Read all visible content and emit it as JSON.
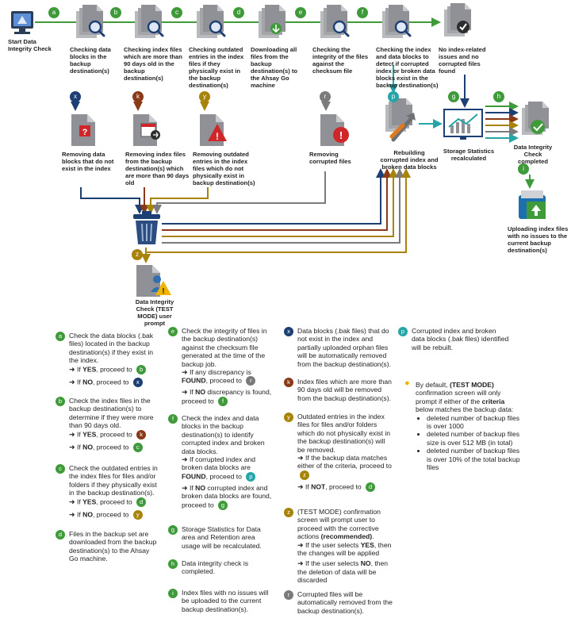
{
  "colors": {
    "a": "#3f9a3a",
    "b": "#3f9a3a",
    "c": "#3f9a3a",
    "d": "#3f9a3a",
    "e": "#3f9a3a",
    "f": "#3f9a3a",
    "g": "#3f9a3a",
    "h": "#3f9a3a",
    "i": "#3f9a3a",
    "x": "#1e3f73",
    "k": "#8a3a17",
    "y": "#a8830a",
    "r": "#7b7b7b",
    "p": "#25a5a8",
    "z": "#a8830a",
    "gray_icon": "#8f9196",
    "red": "#d0262a"
  },
  "flow": {
    "start_label": "Start Data Integrity Check",
    "top_steps": [
      {
        "badge": "a",
        "label": "Checking data blocks in the backup destination(s)"
      },
      {
        "badge": "b",
        "label": "Checking index files which are more than 90 days old in the backup destination(s)"
      },
      {
        "badge": "c",
        "label": "Checking outdated entries in the index files if they physically exist in the backup destination(s)"
      },
      {
        "badge": "d",
        "label": "Downloading all files from the backup destination(s) to the Ahsay Go machine"
      },
      {
        "badge": "e",
        "label": "Checking the integrity of the files against the checksum file"
      },
      {
        "badge": "f",
        "label": "Checking the index and data blocks to detect if corrupted index or broken data blocks exist in the backup destination(s)"
      }
    ],
    "no_issue_label": "No index-related issues and no corrupted files found",
    "remove_steps": [
      {
        "badge": "x",
        "label": "Removing data blocks that do not exist in the index"
      },
      {
        "badge": "k",
        "label": "Removing index files from the backup destination(s) which are more than 90 days old"
      },
      {
        "badge": "y",
        "label": "Removing outdated entries in the index files which do not physically exist in backup destination(s)"
      },
      {
        "badge": "r",
        "label": "Removing corrupted files"
      }
    ],
    "rebuild_badge": "p",
    "rebuild_label": "Rebuilding corrupted index and broken data blocks",
    "stats_badge": "g",
    "stats_label": "Storage Statistics recalculated",
    "complete_badge": "h",
    "complete_label": "Data Integrity Check completed",
    "upload_badge": "i",
    "upload_label": "Uploading index files with no issues to the current backup destination(s)",
    "prompt_badge": "z",
    "prompt_label": "Data Integrity Check (TEST MODE) user prompt"
  },
  "legend": {
    "a": {
      "text": "Check the data blocks (.bak files) located in the backup destination(s) if they exist in the index.",
      "yes_pre": "If ",
      "yes_bold": "YES",
      "yes_post": ", proceed to",
      "yes_to": "b",
      "no_pre": "If ",
      "no_bold": "NO",
      "no_post": ", proceed to",
      "no_to": "x"
    },
    "b": {
      "text": "Check the index files in the backup destination(s) to determine if they were more than 90 days old.",
      "yes_pre": "If ",
      "yes_bold": "YES",
      "yes_post": ", proceed to",
      "yes_to": "k",
      "no_pre": "If ",
      "no_bold": "NO",
      "no_post": ", proceed to",
      "no_to": "c"
    },
    "c": {
      "text": "Check the outdated entries in the index files for files and/or folders if they physically exist in the backup destination(s).",
      "yes_pre": "If ",
      "yes_bold": "YES",
      "yes_post": ", proceed to",
      "yes_to": "d",
      "no_pre": "If ",
      "no_bold": "NO",
      "no_post": ", proceed to",
      "no_to": "y"
    },
    "d": {
      "text": "Files in the backup set are downloaded from the backup destination(s) to the Ahsay Go machine."
    },
    "e": {
      "text": "Check the integrity of files in the backup destination(s) against the checksum file generated at the time of the backup job.",
      "yes_pre": "If any discrepancy is ",
      "yes_bold": "FOUND",
      "yes_post": ", proceed to",
      "yes_to": "r",
      "no_pre": "If ",
      "no_bold": "NO",
      "no_post": " discrepancy is found, proceed to",
      "no_to": "f"
    },
    "f": {
      "text": "Check the index and data blocks in the backup destination(s) to identify corrupted index and broken data blocks.",
      "yes_pre": "If corrupted index and broken data blocks are ",
      "yes_bold": "FOUND",
      "yes_post": ", proceed to",
      "yes_to": "p",
      "no_pre": "If ",
      "no_bold": "NO",
      "no_post": " corrupted index and broken data blocks are found, proceed to",
      "no_to": "g"
    },
    "g": {
      "text": "Storage Statistics for Data area and Retention area usage will be recalculated."
    },
    "h": {
      "text": "Data integrity check is completed."
    },
    "i": {
      "text": "Index files with no issues will be uploaded to the current backup destination(s)."
    },
    "x": {
      "text": "Data blocks (.bak files) that do not exist in the index and partially uploaded orphan files will be automatically removed from the backup destination(s)."
    },
    "k": {
      "text": "Index files which are more than 90 days old will be removed from the backup destination(s)."
    },
    "y": {
      "text": "Outdated entries in the index files for files and/or folders which do not physically exist in the backup destination(s) will be removed.",
      "yes_pre": "If the backup data matches either of the criteria, proceed to",
      "yes_bold": "",
      "yes_post": "",
      "yes_to": "z",
      "no_pre": "If ",
      "no_bold": "NOT",
      "no_post": ", proceed to",
      "no_to": "d"
    },
    "z": {
      "text_pre": "(TEST MODE) confirmation screen will prompt user to proceed with the corrective actions ",
      "text_bold": "(recommended)",
      "text_post": ".",
      "yes_pre": "If the user selects ",
      "yes_bold": "YES",
      "yes_post": ", then the changes will be applied",
      "no_pre": "If the user selects ",
      "no_bold": "NO",
      "no_post": ", then the deletion of data will be discarded"
    },
    "r": {
      "text": "Corrupted files will be automatically removed from the backup destination(s)."
    },
    "p": {
      "text": "Corrupted index and broken data blocks (.bak files) identified will be rebuilt."
    },
    "note": {
      "pre": "By default, ",
      "bold1": "(TEST MODE)",
      "mid": " confirmation screen will only prompt if either of the ",
      "bold2": "criteria",
      "post": " below matches the backup data:",
      "bullets": [
        "deleted number of backup files is over 1000",
        "deleted number of backup files size is over 512 MB (in total)",
        "deleted number of backup files is over 10% of the total backup files"
      ]
    }
  }
}
